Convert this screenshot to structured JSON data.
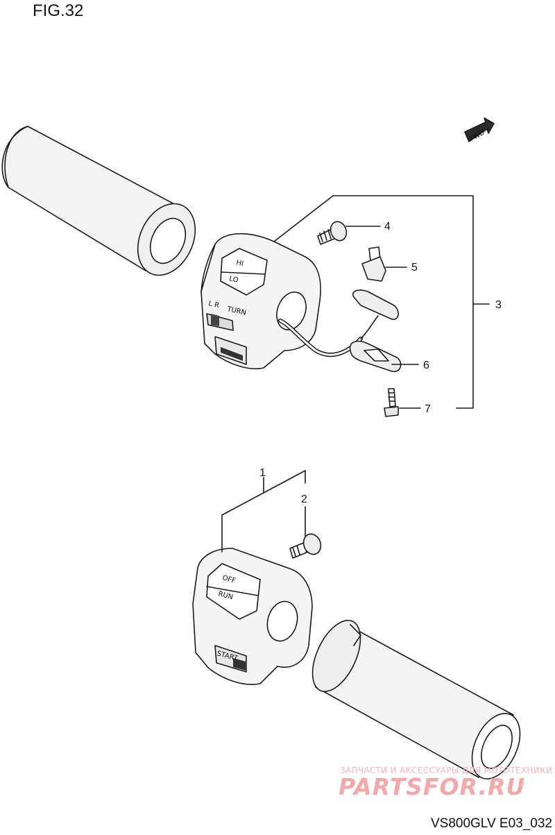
{
  "figure": {
    "title": "FIG.32",
    "code": "VS800GLV E03_032",
    "fwd_label": "FWD"
  },
  "callouts": {
    "c1": "1",
    "c2": "2",
    "c3": "3",
    "c4": "4",
    "c5": "5",
    "c6": "6",
    "c7": "7"
  },
  "switch_labels": {
    "hi": "HI",
    "lo": "LO",
    "turn": "TURN",
    "lr": "L   R",
    "off": "OFF",
    "run": "RUN",
    "start": "START"
  },
  "watermark": {
    "tagline": "ЗАПЧАСТИ И АКСЕССУАРЫ ДЛЯ МОТОТЕХНИКИ",
    "logo": "PARTSFOR.RU"
  }
}
